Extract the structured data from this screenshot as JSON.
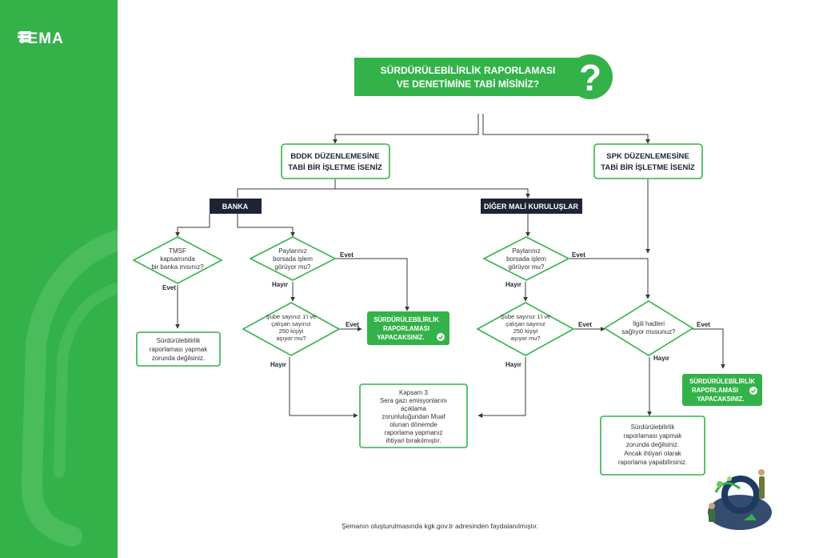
{
  "brand": {
    "name": "TEMA"
  },
  "title": {
    "line1": "SÜRDÜRÜLEBİLİRLİK RAPORLAMASI",
    "line2": "VE DENETİMİNE TABİ MİSİNİZ?",
    "mark": "?"
  },
  "bddk": {
    "line1": "BDDK DÜZENLEMESİNE",
    "line2": "TABİ BİR İŞLETME İSENİZ"
  },
  "spk": {
    "line1": "SPK DÜZENLEMESİNE",
    "line2": "TABİ BİR İŞLETME İSENİZ"
  },
  "banka": "BANKA",
  "diger": "DİĞER MALİ KURULUŞLAR",
  "tmsf": {
    "line1": "TMSF",
    "line2": "kapsamında",
    "line3": "bir banka mısınız?"
  },
  "paylar1": {
    "line1": "Paylarınız",
    "line2": "borsada işlem",
    "line3": "görüyor mu?"
  },
  "paylar2": {
    "line1": "Paylarınız",
    "line2": "borsada işlem",
    "line3": "görüyor mu?"
  },
  "sube1": {
    "line1": "Şube sayınız 1'i ve",
    "line2": "çalışan sayınız",
    "line3": "250 kişiyi",
    "line4": "aşıyor mu?"
  },
  "sube2": {
    "line1": "Şube sayınız 1'i ve",
    "line2": "çalışan sayınız",
    "line3": "250 kişiyi",
    "line4": "aşıyor mu?"
  },
  "ilgili": {
    "line1": "İlgili hadleri",
    "line2": "sağlıyor musunuz?"
  },
  "labels": {
    "evet": "Evet",
    "hayir": "Hayır"
  },
  "result_yes1": {
    "line1": "SÜRDÜRÜLEBİLİRLİK",
    "line2": "RAPORLAMASI",
    "line3": "YAPACAKSINIZ."
  },
  "result_yes2": {
    "line1": "SÜRDÜRÜLEBİLİRLİK",
    "line2": "RAPORLAMASI",
    "line3": "YAPACAKSINIZ."
  },
  "result_no_tmsf": {
    "line1": "Sürdürülebilirlik",
    "line2": "raporlaması yapmak",
    "line3": "zorunda değilsiniz."
  },
  "kapsam3": {
    "line1": "Kapsam 3",
    "line2": "Sera gazı emisyonlarını",
    "line3": "açıklama",
    "line4": "zorunluluğundan Muaf",
    "line5": "olunan dönemde",
    "line6": "raporlama yapmanız",
    "line7": "ihtiyari bırakılmıştır."
  },
  "result_spk_no": {
    "line1": "Sürdürülebilirlik",
    "line2": "raporlaması yapmak",
    "line3": "zorunda değilsiniz.",
    "line4": "Ancak ihtiyari olarak",
    "line5": "raporlama yapabilirsiniz."
  },
  "footer": "Şemanın oluşturulmasında kgk.gov.tr adresinden faydalanılmıştır.",
  "colors": {
    "green": "#34b24a",
    "dark": "#1e2433",
    "stroke": "#3a3a3a"
  }
}
